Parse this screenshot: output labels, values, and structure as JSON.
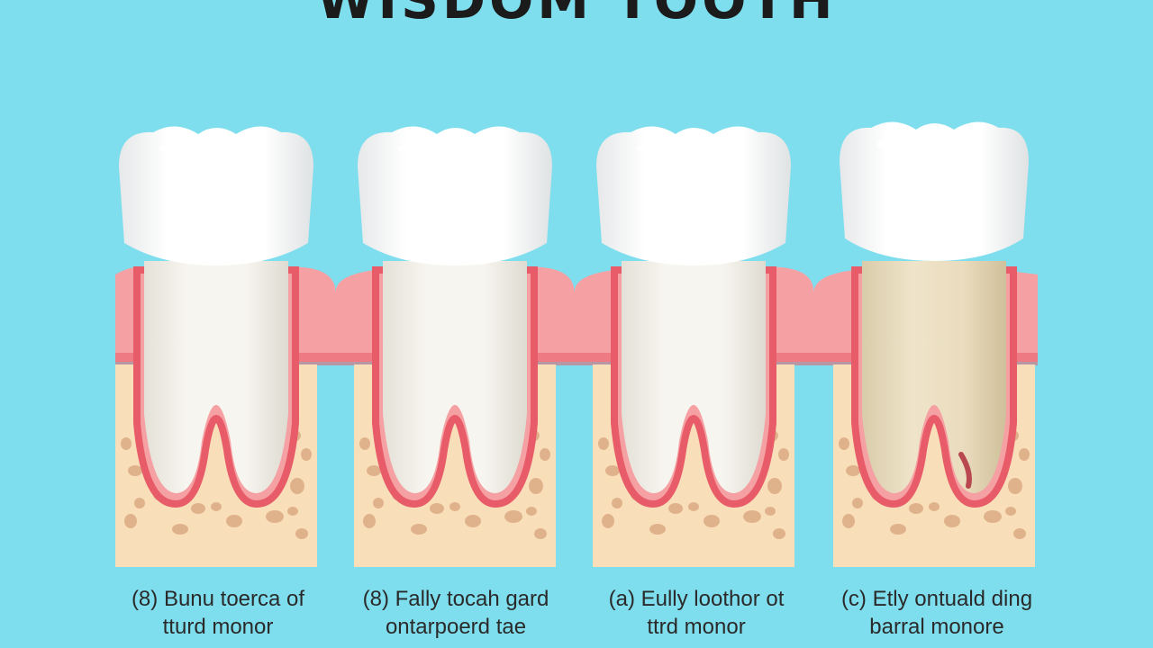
{
  "title": "WISDOM TOOTH",
  "colors": {
    "background": "#7fdeee",
    "gum": "#f5a0a3",
    "gum_line": "#e85c69",
    "bone": "#f8dfb9",
    "bone_spots": "#dcaa84",
    "enamel": "#fafafa",
    "dentin": "#efece4",
    "stained_dentin": "#e9dcc0",
    "title_text": "#1b1b1b",
    "caption_text": "#2a2a2a"
  },
  "captions": [
    {
      "lines": [
        "(8) Bunu toerca of",
        "tturd monor"
      ]
    },
    {
      "lines": [
        "(8) Fally tocah gard",
        "ontarpoerd tae"
      ]
    },
    {
      "lines": [
        "(a) Eully loothor ot",
        "ttrd monor"
      ]
    },
    {
      "lines": [
        "(c) Etly ontuald ding",
        "barral monore"
      ]
    }
  ]
}
